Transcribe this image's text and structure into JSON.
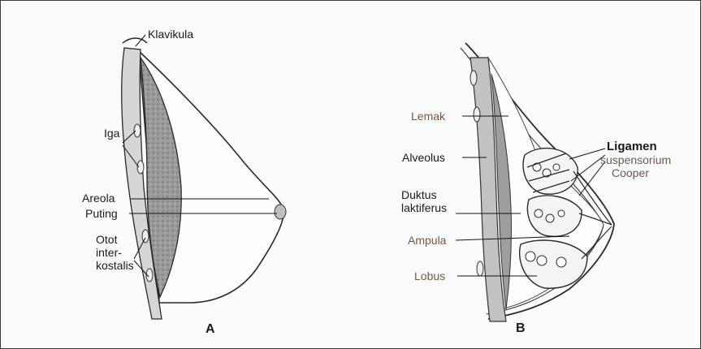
{
  "figure": {
    "panel_a": {
      "letter": "A",
      "labels": {
        "klavikula": "Klavikula",
        "iga": "Iga",
        "areola": "Areola",
        "puting": "Puting",
        "otot_line1": "Otot",
        "otot_line2": "inter-",
        "otot_line3": "kostalis"
      }
    },
    "panel_b": {
      "letter": "B",
      "labels": {
        "lemak": "Lemak",
        "alveolus": "Alveolus",
        "duktus_line1": "Duktus",
        "duktus_line2": "laktiferus",
        "ampula": "Ampula",
        "lobus": "Lobus",
        "ligamen_line1": "Ligamen",
        "ligamen_line2": "suspensorium",
        "ligamen_line3": "Cooper"
      }
    },
    "colors": {
      "ink": "#1a1a1a",
      "label_brown": "#7a5540",
      "tissue_grey": "#8c8c8c",
      "muscle_dark": "#555555"
    }
  }
}
